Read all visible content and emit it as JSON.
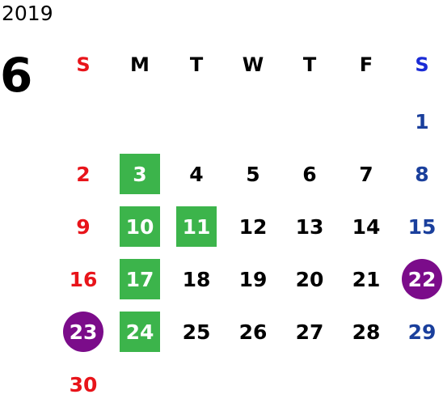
{
  "calendar": {
    "year": "2019",
    "month": "6",
    "weekdays": [
      {
        "label": "S",
        "color": "#e8141a"
      },
      {
        "label": "M",
        "color": "#000000"
      },
      {
        "label": "T",
        "color": "#000000"
      },
      {
        "label": "W",
        "color": "#000000"
      },
      {
        "label": "T",
        "color": "#000000"
      },
      {
        "label": "F",
        "color": "#000000"
      },
      {
        "label": "S",
        "color": "#1a2bd6"
      }
    ],
    "colors": {
      "sunday": "#e8141a",
      "saturday": "#1a3f9c",
      "weekday": "#000000",
      "highlight_green": "#3cb44b",
      "highlight_purple": "#7b0c8a"
    },
    "weeks": [
      [
        null,
        null,
        null,
        null,
        null,
        null,
        {
          "d": "1"
        }
      ],
      [
        {
          "d": "2"
        },
        {
          "d": "3",
          "mark": "green"
        },
        {
          "d": "4"
        },
        {
          "d": "5"
        },
        {
          "d": "6"
        },
        {
          "d": "7"
        },
        {
          "d": "8"
        }
      ],
      [
        {
          "d": "9"
        },
        {
          "d": "10",
          "mark": "green"
        },
        {
          "d": "11",
          "mark": "green"
        },
        {
          "d": "12"
        },
        {
          "d": "13"
        },
        {
          "d": "14"
        },
        {
          "d": "15"
        }
      ],
      [
        {
          "d": "16"
        },
        {
          "d": "17",
          "mark": "green"
        },
        {
          "d": "18"
        },
        {
          "d": "19"
        },
        {
          "d": "20"
        },
        {
          "d": "21"
        },
        {
          "d": "22",
          "mark": "purple"
        }
      ],
      [
        {
          "d": "23",
          "mark": "purple"
        },
        {
          "d": "24",
          "mark": "green"
        },
        {
          "d": "25"
        },
        {
          "d": "26"
        },
        {
          "d": "27"
        },
        {
          "d": "28"
        },
        {
          "d": "29"
        }
      ],
      [
        {
          "d": "30"
        },
        null,
        null,
        null,
        null,
        null,
        null
      ]
    ]
  }
}
